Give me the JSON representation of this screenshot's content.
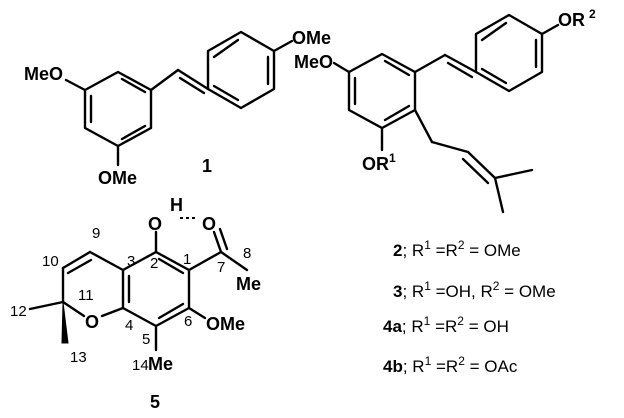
{
  "compound1": {
    "ome_top": "OMe",
    "ome_left": "MeO",
    "ome_bottom": "OMe",
    "number": "1"
  },
  "compound2": {
    "meo": "MeO",
    "or1_base": "OR",
    "or1_sup": "1",
    "or2_base": "OR",
    "or2_sup": "2"
  },
  "compound5": {
    "number": "5",
    "oh_o": "O",
    "oh_h": "H",
    "carbonyl_o": "O",
    "ring_o": "O",
    "ome": "OMe",
    "me_acetyl": "Me",
    "me_c14": "Me",
    "locants": {
      "c1": "1",
      "c2": "2",
      "c3": "3",
      "c4": "4",
      "c5": "5",
      "c6": "6",
      "c7": "7",
      "c8": "8",
      "c9": "9",
      "c10": "10",
      "c11": "11",
      "c12": "12",
      "c13": "13",
      "c14": "14"
    }
  },
  "legend": [
    {
      "id": "2",
      "text": "; R",
      "s1": "1",
      "mid": " =R",
      "s2": "2",
      "tail": " = OMe"
    },
    {
      "id": "3",
      "text": "; R",
      "s1": "1",
      "mid": " =OH, R",
      "s2": "2",
      "tail": " = OMe"
    },
    {
      "id": "4a",
      "text": "; R",
      "s1": "1",
      "mid": " =R",
      "s2": "2",
      "tail": " = OH"
    },
    {
      "id": "4b",
      "text": "; R",
      "s1": "1",
      "mid": " =R",
      "s2": "2",
      "tail": " = OAc"
    }
  ]
}
